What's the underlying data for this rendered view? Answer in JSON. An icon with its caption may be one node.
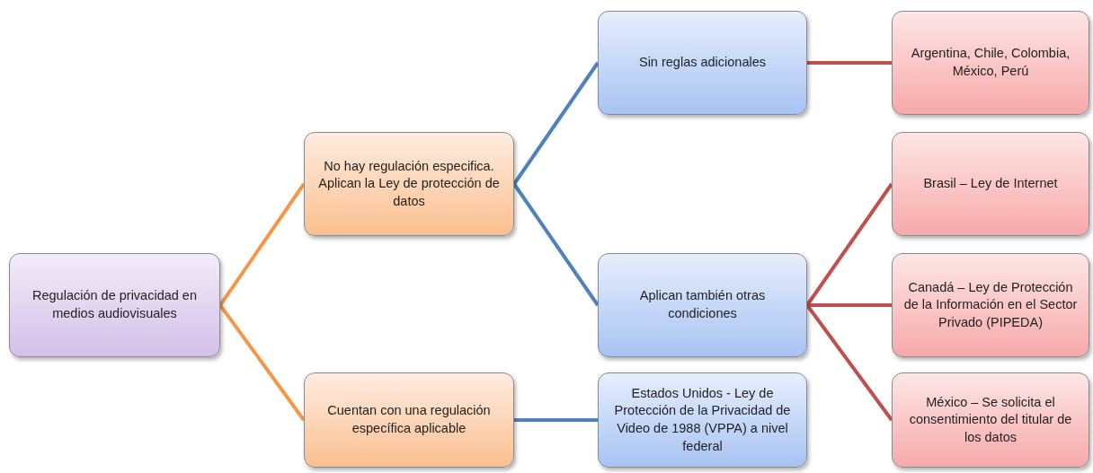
{
  "diagram": {
    "nodes": [
      {
        "text": [
          "Regulación de privacidad  en medios audiovisuales"
        ]
      },
      {
        "text": [
          "No hay regulación especifica. Aplican la Ley de protección de datos"
        ]
      },
      {
        "text": [
          "Cuentan con una regulación específica aplicable"
        ]
      },
      {
        "text": [
          "Sin reglas adicionales"
        ]
      },
      {
        "text": [
          "Aplican también otras condiciones"
        ]
      },
      {
        "text": [
          "Estados Unidos - Ley de Protección de la Privacidad de Video de 1988 (VPPA) a nivel federal"
        ]
      },
      {
        "text": [
          "Argentina, Chile, Colombia, México, Perú"
        ]
      },
      {
        "text": [
          "Brasil – Ley de Internet"
        ]
      },
      {
        "text": [
          "Canadá – Ley de Protección de la Información en el Sector Privado (PIPEDA)"
        ]
      },
      {
        "text": [
          "México – Se solicita el consentimiento del titular de los datos"
        ]
      }
    ],
    "edges": [
      {
        "from": 0,
        "to": 1,
        "arrow": "none",
        "color": "#f79646"
      },
      {
        "from": 0,
        "to": 2,
        "arrow": "none",
        "color": "#f79646"
      },
      {
        "from": 1,
        "to": 3,
        "arrow": "none",
        "color": "#4f81bd"
      },
      {
        "from": 1,
        "to": 4,
        "arrow": "none",
        "color": "#4f81bd"
      },
      {
        "from": 2,
        "to": 5,
        "arrow": "none",
        "color": "#4f81bd"
      },
      {
        "from": 3,
        "to": 6,
        "arrow": "none",
        "color": "#c0504d"
      },
      {
        "from": 4,
        "to": 7,
        "arrow": "none",
        "color": "#c0504d"
      },
      {
        "from": 4,
        "to": 8,
        "arrow": "none",
        "color": "#c0504d"
      },
      {
        "from": 4,
        "to": 9,
        "arrow": "none",
        "color": "#c0504d"
      }
    ]
  }
}
